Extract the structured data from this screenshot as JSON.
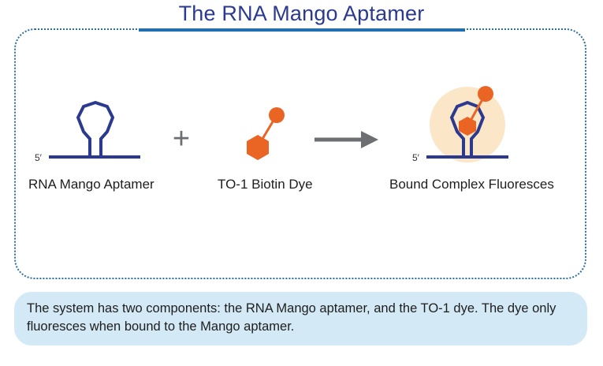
{
  "title": "The RNA Mango Aptamer",
  "items": {
    "aptamer": {
      "label": "RNA Mango Aptamer",
      "strand_end": "5′"
    },
    "operator_plus": "+",
    "dye": {
      "label": "TO-1 Biotin Dye"
    },
    "complex": {
      "label": "Bound Complex Fluoresces",
      "strand_end": "5′"
    }
  },
  "note": "The system has two components:  the RNA Mango aptamer, and the TO-1 dye. The dye only fluoresces when bound to the Mango aptamer.",
  "colors": {
    "title": "#2b3a8f",
    "rule": "#1f6fb5",
    "border": "#2c6e9f",
    "rna": "#2b3a8f",
    "dye": "#ea6424",
    "glow": "#fbe6c8",
    "arrow": "#6d6e71",
    "note_bg": "#d3e9f5"
  }
}
